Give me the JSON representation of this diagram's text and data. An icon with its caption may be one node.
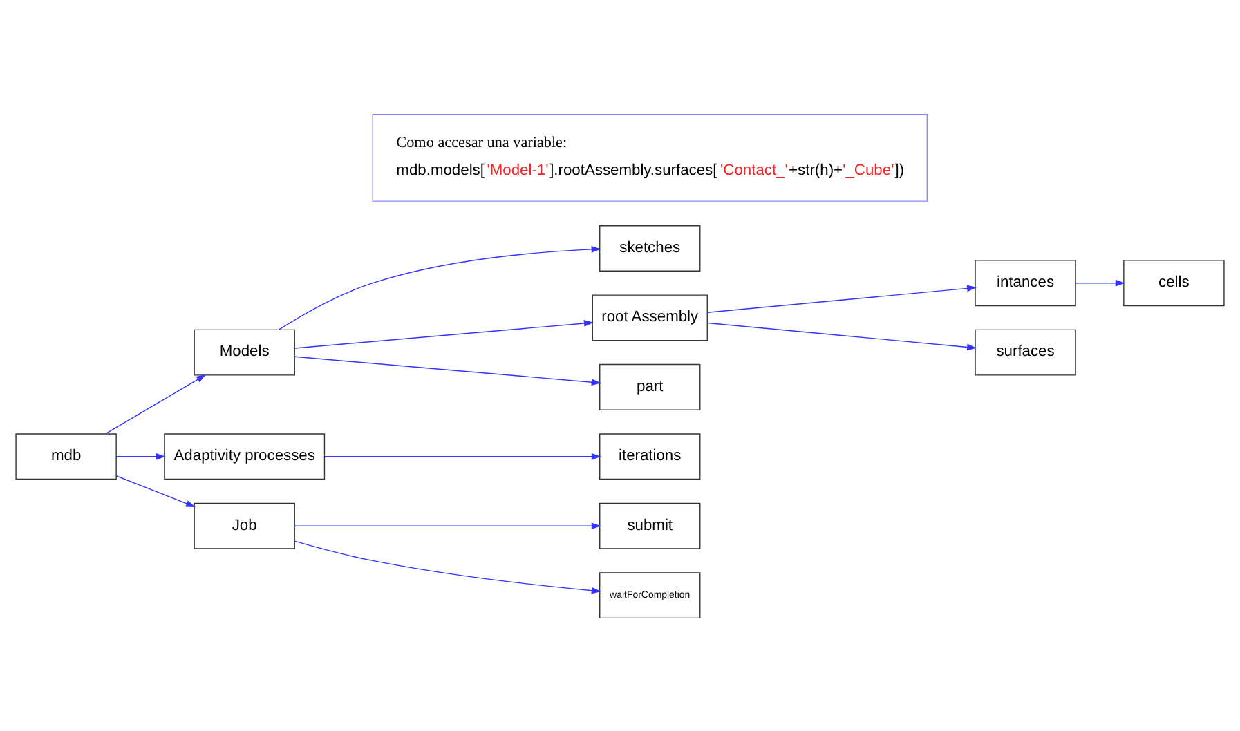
{
  "diagram": {
    "nodes": [
      {
        "text": [
          "mdb"
        ]
      },
      {
        "text": [
          "Models"
        ]
      },
      {
        "text": [
          "Adaptivity processes"
        ]
      },
      {
        "text": [
          "Job"
        ]
      },
      {
        "text": [
          "sketches"
        ]
      },
      {
        "text": [
          "root Assembly"
        ]
      },
      {
        "text": [
          "part"
        ]
      },
      {
        "text": [
          "intances"
        ]
      },
      {
        "text": [
          "surfaces"
        ]
      },
      {
        "text": [
          "cells"
        ]
      },
      {
        "text": [
          "iterations"
        ]
      },
      {
        "text": [
          "submit"
        ]
      },
      {
        "text": [
          "waitForCompletion"
        ]
      },
      {
        "text": [
          "Como accesar una variable:",
          "mdb.models['Model-1'].rootAssembly.surfaces['Contact_'+str(h)+'_Cube'])"
        ]
      }
    ],
    "edges": [
      {
        "from": 0,
        "to": 1,
        "arrow": "to"
      },
      {
        "from": 0,
        "to": 2,
        "arrow": "to"
      },
      {
        "from": 0,
        "to": 3,
        "arrow": "to"
      },
      {
        "from": 1,
        "to": 4,
        "arrow": "to"
      },
      {
        "from": 1,
        "to": 5,
        "arrow": "to"
      },
      {
        "from": 1,
        "to": 6,
        "arrow": "to"
      },
      {
        "from": 5,
        "to": 7,
        "arrow": "to"
      },
      {
        "from": 5,
        "to": 8,
        "arrow": "to"
      },
      {
        "from": 7,
        "to": 9,
        "arrow": "to"
      },
      {
        "from": 2,
        "to": 10,
        "arrow": "to"
      },
      {
        "from": 3,
        "to": 11,
        "arrow": "to"
      },
      {
        "from": 3,
        "to": 12,
        "arrow": "to"
      }
    ]
  }
}
